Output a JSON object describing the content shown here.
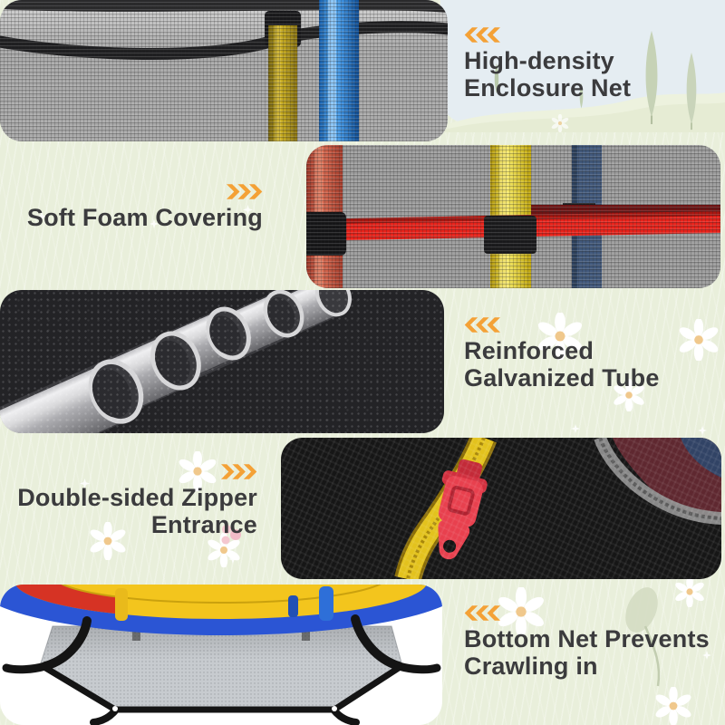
{
  "palette": {
    "background_green": "#E9EFDB",
    "sky_blue": "#E5EDF2",
    "accent_orange": "#F4A136",
    "title_text": "#3B3B3D",
    "tree_green": "#C6D2B6",
    "daisy_center": "#F0C88C"
  },
  "sections": [
    {
      "id": "enclosure-net",
      "title": "High-density\nEnclosure Net",
      "chevron_icon": "chevrons-left-icon",
      "photo_name": "enclosure-net-photo"
    },
    {
      "id": "foam-covering",
      "title": "Soft Foam Covering",
      "chevron_icon": "chevrons-right-icon",
      "photo_name": "foam-covering-photo"
    },
    {
      "id": "galvanized-tube",
      "title": "Reinforced\nGalvanized Tube",
      "chevron_icon": "chevrons-left-icon",
      "photo_name": "galvanized-tube-photo"
    },
    {
      "id": "zipper-entrance",
      "title": "Double-sided Zipper\nEntrance",
      "chevron_icon": "chevrons-right-icon",
      "photo_name": "zipper-entrance-photo"
    },
    {
      "id": "bottom-net",
      "title": "Bottom Net Prevents\nCrawling in",
      "chevron_icon": "chevrons-left-icon",
      "photo_name": "bottom-net-photo"
    }
  ]
}
